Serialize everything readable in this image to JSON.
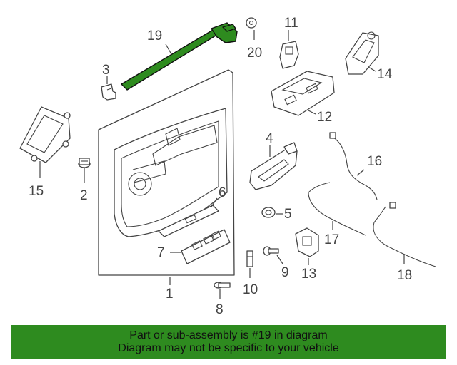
{
  "callouts": [
    {
      "id": "1",
      "label": "1"
    },
    {
      "id": "2",
      "label": "2"
    },
    {
      "id": "3",
      "label": "3"
    },
    {
      "id": "4",
      "label": "4"
    },
    {
      "id": "5",
      "label": "5"
    },
    {
      "id": "6",
      "label": "6"
    },
    {
      "id": "7",
      "label": "7"
    },
    {
      "id": "8",
      "label": "8"
    },
    {
      "id": "9",
      "label": "9"
    },
    {
      "id": "10",
      "label": "10"
    },
    {
      "id": "11",
      "label": "11"
    },
    {
      "id": "12",
      "label": "12"
    },
    {
      "id": "13",
      "label": "13"
    },
    {
      "id": "14",
      "label": "14"
    },
    {
      "id": "15",
      "label": "15"
    },
    {
      "id": "16",
      "label": "16"
    },
    {
      "id": "17",
      "label": "17"
    },
    {
      "id": "18",
      "label": "18"
    },
    {
      "id": "19",
      "label": "19"
    },
    {
      "id": "20",
      "label": "20"
    }
  ],
  "highlighted_part": "19",
  "colors": {
    "highlight": "#2e8b1f",
    "line": "#444444",
    "banner": "#2e8b1f"
  },
  "banner": {
    "line1": "Part or sub-assembly is #19 in diagram",
    "line2": "Diagram may not be specific to your vehicle"
  }
}
